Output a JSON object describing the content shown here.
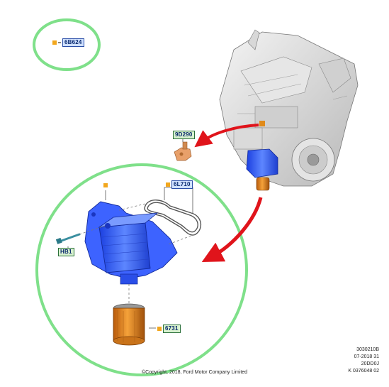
{
  "callouts": {
    "part_6b624": "6B624",
    "part_9d290": "9D290",
    "part_6l710": "6L710",
    "part_hb1": "HB1",
    "part_6731": "6731"
  },
  "meta_lines": [
    "3030210B",
    "07-2018 31",
    "20DD0J",
    "K 0376048 02"
  ],
  "copyright": "©Copyright, 2018, Ford Motor Company Limited",
  "colors": {
    "circle": "#7fe08a",
    "arrow": "#e0141b",
    "cooler": "#2a5cff",
    "filter": "#e08a1a",
    "sensor": "#e8a06a",
    "callout_square": "#f2a71e"
  }
}
